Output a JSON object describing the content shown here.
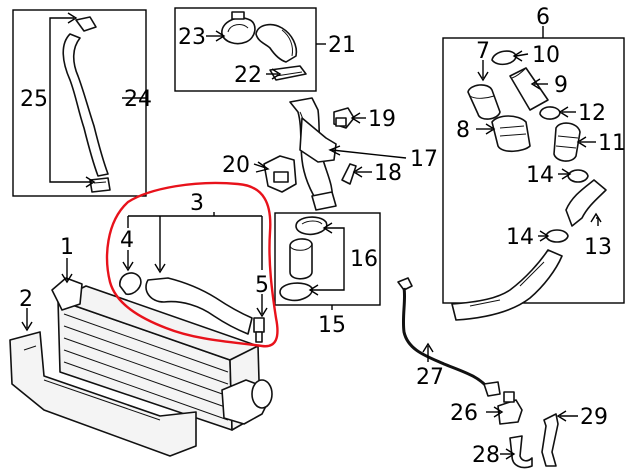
{
  "callouts": {
    "c1": "1",
    "c2": "2",
    "c3": "3",
    "c4": "4",
    "c5": "5",
    "c6": "6",
    "c7": "7",
    "c8": "8",
    "c9": "9",
    "c10": "10",
    "c11": "11",
    "c12": "12",
    "c13": "13",
    "c14a": "14",
    "c14b": "14",
    "c15": "15",
    "c16": "16",
    "c17": "17",
    "c18": "18",
    "c19": "19",
    "c20": "20",
    "c21": "21",
    "c22": "22",
    "c23": "23",
    "c24": "24",
    "c25": "25",
    "c26": "26",
    "c27": "27",
    "c28": "28",
    "c29": "29"
  },
  "colors": {
    "highlight": "#e8121b",
    "line": "#000000",
    "part_fill": "#f4f4f4"
  }
}
